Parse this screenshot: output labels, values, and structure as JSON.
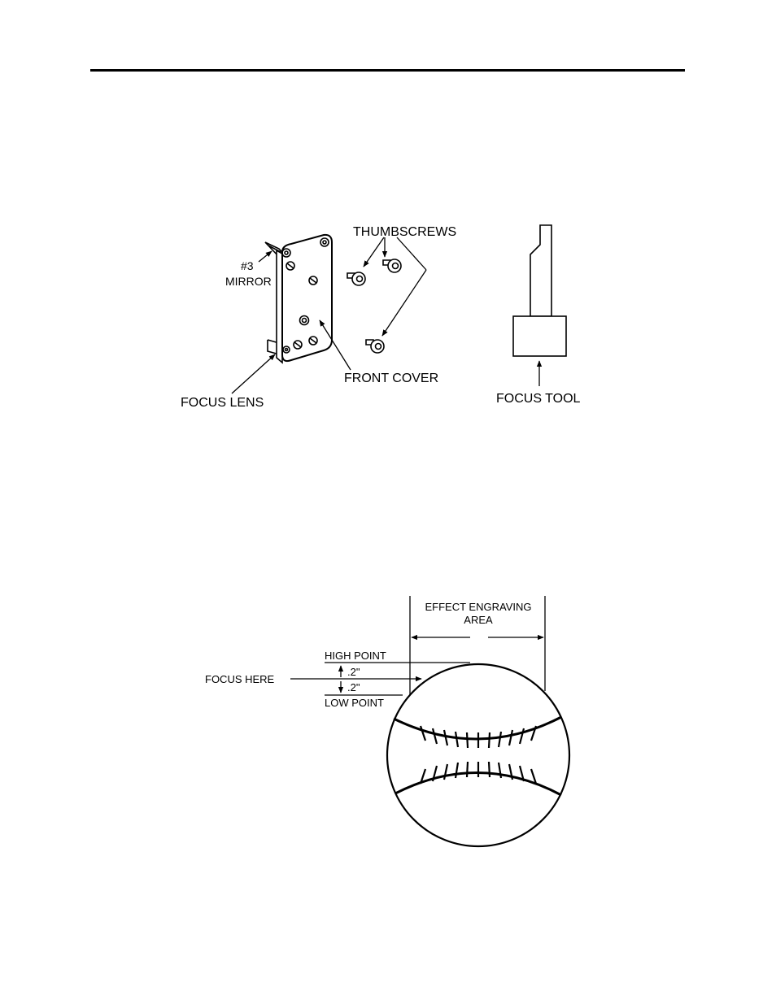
{
  "figure1": {
    "labels": {
      "thumbscrews": "THUMBSCREWS",
      "mirror_line1": "#3",
      "mirror_line2": "MIRROR",
      "front_cover": "FRONT COVER",
      "focus_lens": "FOCUS LENS",
      "focus_tool": "FOCUS TOOL"
    }
  },
  "figure2": {
    "labels": {
      "effect_line1": "EFFECT ENGRAVING",
      "effect_line2": "AREA",
      "high_point": "HIGH POINT",
      "upper_offset": ".2\"",
      "lower_offset": ".2\"",
      "low_point": "LOW POINT",
      "focus_here": "FOCUS HERE"
    }
  }
}
